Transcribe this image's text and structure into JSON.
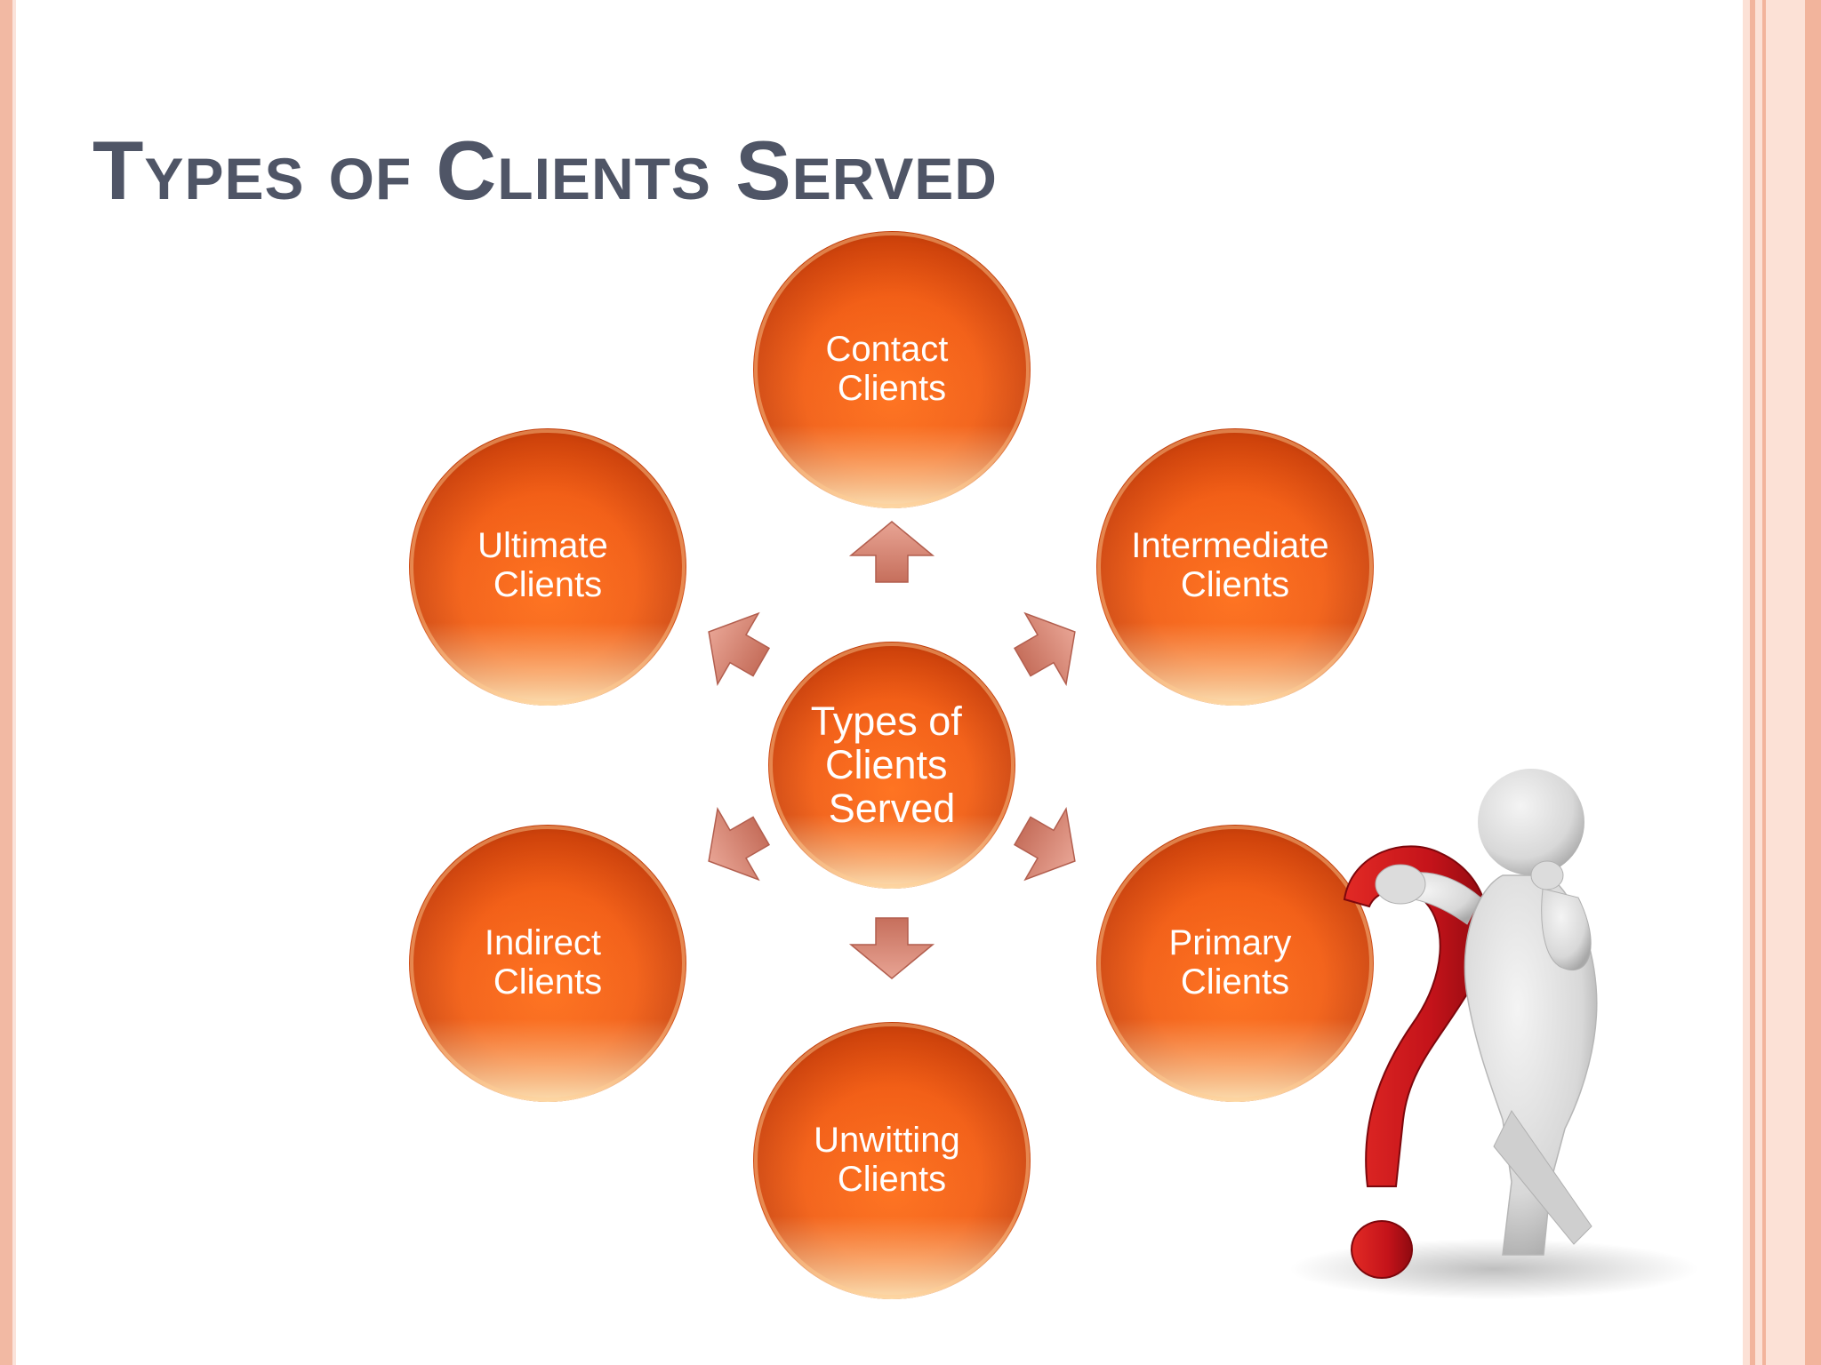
{
  "title": "Types of Clients Served",
  "diagram": {
    "center": {
      "lines": [
        "Types of",
        "Clients",
        "Served"
      ]
    },
    "nodes": [
      {
        "id": "contact",
        "lines": [
          "Contact",
          "Clients"
        ]
      },
      {
        "id": "intermediate",
        "lines": [
          "Intermediate",
          "Clients"
        ]
      },
      {
        "id": "primary",
        "lines": [
          "Primary",
          "Clients"
        ]
      },
      {
        "id": "unwitting",
        "lines": [
          "Unwitting",
          "Clients"
        ]
      },
      {
        "id": "indirect",
        "lines": [
          "Indirect",
          "Clients"
        ]
      },
      {
        "id": "ultimate",
        "lines": [
          "Ultimate",
          "Clients"
        ]
      }
    ]
  },
  "colors": {
    "title": "#4f5566",
    "node_fill": "#f05a14",
    "node_dark": "#b8360a",
    "arrow_fill": "#d98a78",
    "border": "#f2b9a3"
  },
  "decoration": "thinking-figure-with-question-mark"
}
